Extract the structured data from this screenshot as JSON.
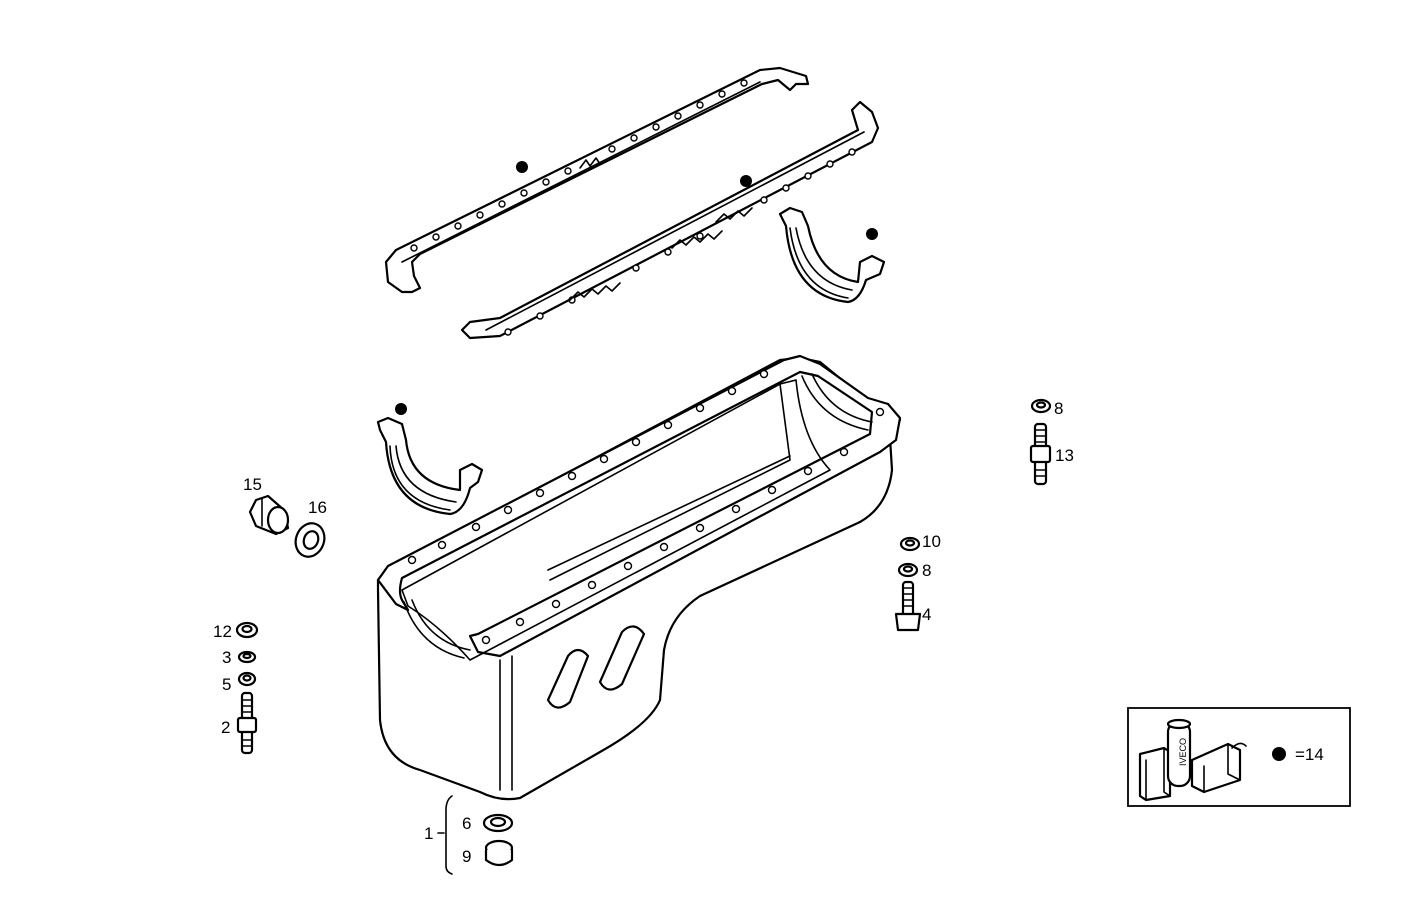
{
  "callouts": {
    "c1": "1",
    "c2": "2",
    "c3": "3",
    "c4": "4",
    "c5": "5",
    "c6": "6",
    "c8a": "8",
    "c8b": "8",
    "c9": "9",
    "c10": "10",
    "c12": "12",
    "c13": "13",
    "c15": "15",
    "c16": "16"
  },
  "legend": {
    "equals_label": "=14",
    "kit_brand_text": "IVECO"
  },
  "colors": {
    "ink": "#000000",
    "paper": "#ffffff"
  }
}
